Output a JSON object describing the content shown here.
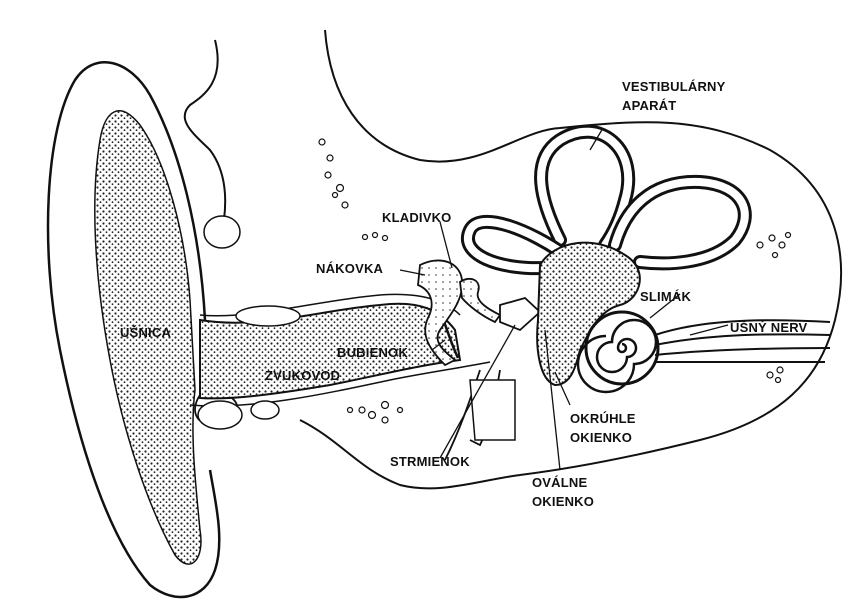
{
  "labels": {
    "vestibular_line1": "VESTIBULÁRNY",
    "vestibular_line2": "APARÁT",
    "kladivko": "KLADIVKO",
    "nakovka": "NÁKOVKA",
    "slimak": "SLIMÁK",
    "usny_nerv": "UŠNÝ NERV",
    "usnica": "UŠNICA",
    "bubienok": "BUBIENOK",
    "zvukovod": "ZVUKOVOD",
    "okruhle_line1": "OKRÚHLE",
    "okruhle_line2": "OKIENKO",
    "strmienok": "STRMIENOK",
    "ovalne_line1": "OVÁLNE",
    "ovalne_line2": "OKIENKO"
  },
  "colors": {
    "ink": "#111111",
    "background": "#ffffff",
    "shade": "#4a4a4a"
  }
}
